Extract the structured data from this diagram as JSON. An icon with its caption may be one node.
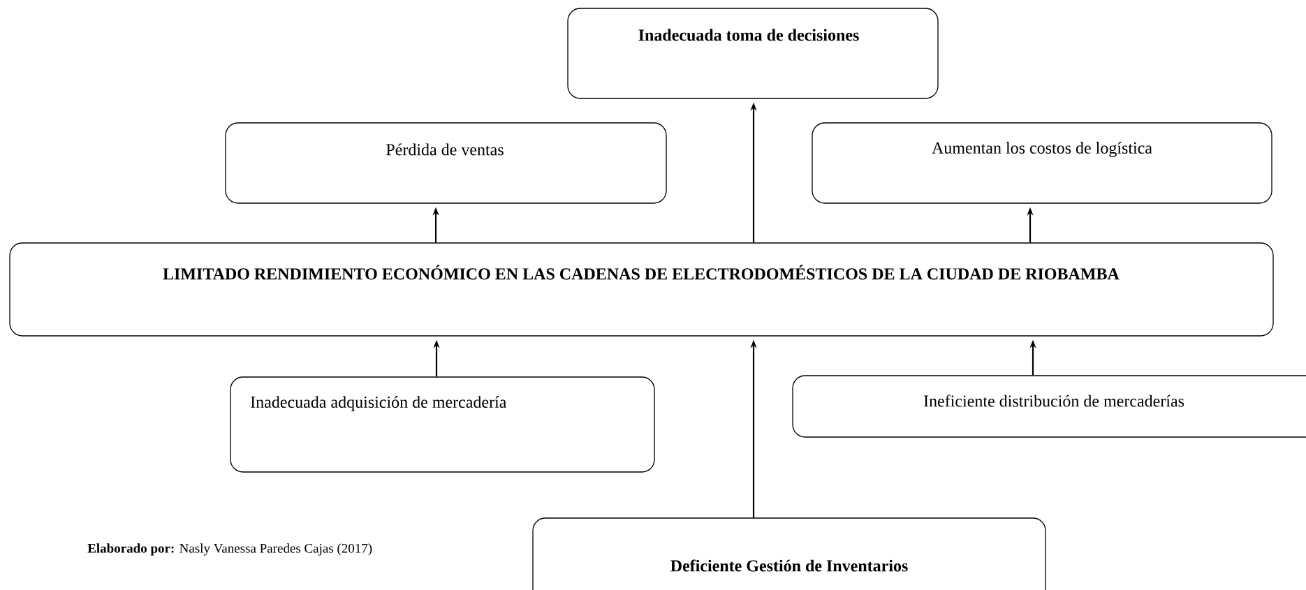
{
  "diagram": {
    "nodes": [
      {
        "text": [
          "Inadecuada toma de decisiones"
        ]
      },
      {
        "text": [
          "Pérdida de ventas"
        ]
      },
      {
        "text": [
          "Aumentan los costos de logística"
        ]
      },
      {
        "text": [
          "LIMITADO RENDIMIENTO ECONÓMICO  EN LAS CADENAS DE ELECTRODOMÉSTICOS DE LA CIUDAD DE RIOBAMBA"
        ]
      },
      {
        "text": [
          "Inadecuada adquisición de mercadería"
        ]
      },
      {
        "text": [
          "Ineficiente distribución de mercaderías"
        ]
      },
      {
        "text": [
          "Deficiente Gestión de Inventarios"
        ]
      }
    ],
    "edges": [
      {
        "from": 3,
        "to": 1,
        "arrow": "to"
      },
      {
        "from": 3,
        "to": 0,
        "arrow": "to"
      },
      {
        "from": 3,
        "to": 2,
        "arrow": "to"
      },
      {
        "from": 4,
        "to": 3,
        "arrow": "to"
      },
      {
        "from": 6,
        "to": 3,
        "arrow": "to"
      },
      {
        "from": 5,
        "to": 3,
        "arrow": "to"
      }
    ],
    "labels": [
      "**Elaborado por:** Nasly Vanessa Paredes Cajas (2017)"
    ]
  }
}
